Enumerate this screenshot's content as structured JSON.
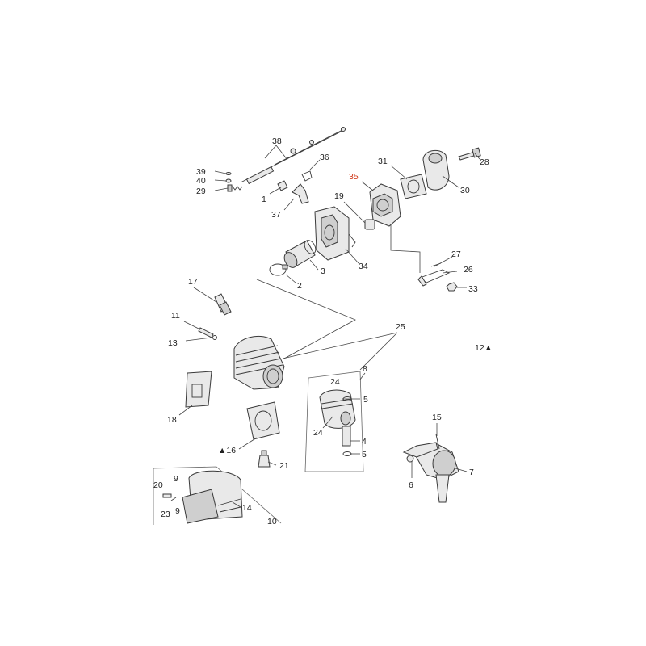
{
  "callouts": [
    {
      "id": "c38",
      "text": "38"
    },
    {
      "id": "c36",
      "text": "36"
    },
    {
      "id": "c39",
      "text": "39"
    },
    {
      "id": "c40",
      "text": "40"
    },
    {
      "id": "c29",
      "text": "29"
    },
    {
      "id": "c1",
      "text": "1"
    },
    {
      "id": "c37",
      "text": "37"
    },
    {
      "id": "c35",
      "text": "35",
      "highlight": true
    },
    {
      "id": "c31",
      "text": "31"
    },
    {
      "id": "c28",
      "text": "28"
    },
    {
      "id": "c30",
      "text": "30"
    },
    {
      "id": "c19",
      "text": "19"
    },
    {
      "id": "c34",
      "text": "34"
    },
    {
      "id": "c3",
      "text": "3"
    },
    {
      "id": "c2",
      "text": "2"
    },
    {
      "id": "c27",
      "text": "27"
    },
    {
      "id": "c26",
      "text": "26"
    },
    {
      "id": "c33",
      "text": "33"
    },
    {
      "id": "c17",
      "text": "17"
    },
    {
      "id": "c11",
      "text": "11"
    },
    {
      "id": "c13",
      "text": "13"
    },
    {
      "id": "c25",
      "text": "25"
    },
    {
      "id": "c12",
      "text": "12▲"
    },
    {
      "id": "c8",
      "text": "8"
    },
    {
      "id": "c24a",
      "text": "24"
    },
    {
      "id": "c5a",
      "text": "5"
    },
    {
      "id": "c24b",
      "text": "24"
    },
    {
      "id": "c4",
      "text": "4"
    },
    {
      "id": "c5b",
      "text": "5"
    },
    {
      "id": "c18",
      "text": "18"
    },
    {
      "id": "c16",
      "text": "▲16"
    },
    {
      "id": "c15",
      "text": "15"
    },
    {
      "id": "c7",
      "text": "7"
    },
    {
      "id": "c6",
      "text": "6"
    },
    {
      "id": "c21",
      "text": "21"
    },
    {
      "id": "c20",
      "text": "20"
    },
    {
      "id": "c9a",
      "text": "9"
    },
    {
      "id": "c9b",
      "text": "9"
    },
    {
      "id": "c23",
      "text": "23"
    },
    {
      "id": "c14",
      "text": "14"
    },
    {
      "id": "c10",
      "text": "10"
    }
  ],
  "colors": {
    "label": "#222222",
    "highlight": "#d0391a",
    "line": "#3a3a3a"
  }
}
